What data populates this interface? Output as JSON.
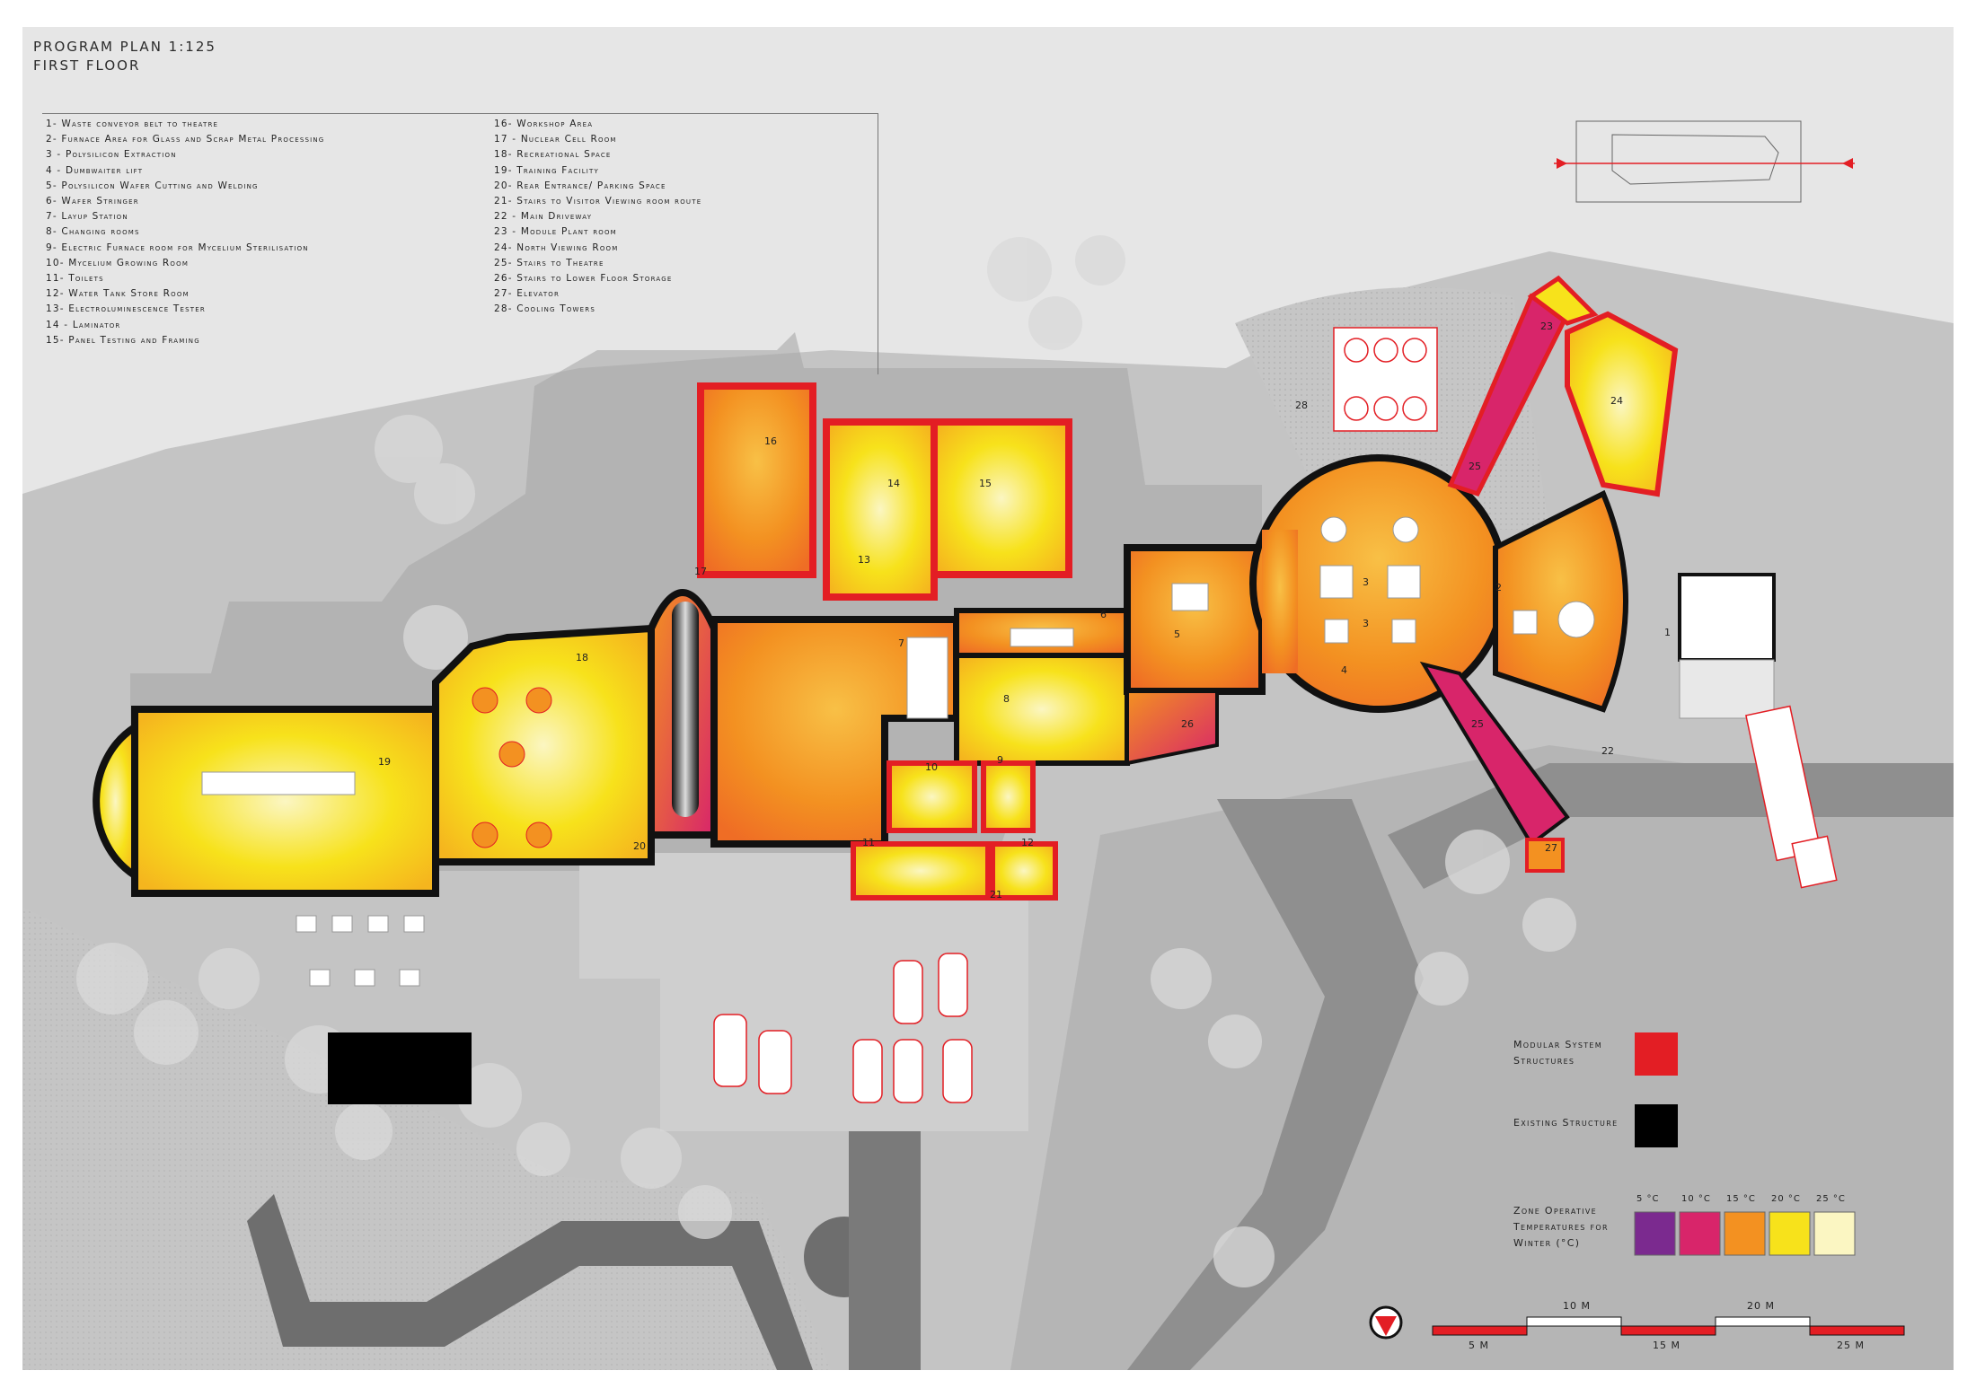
{
  "title": {
    "line1": "PROGRAM PLAN 1:125",
    "line2": "FIRST FLOOR"
  },
  "legend_left": [
    "1- Waste conveyor belt to theatre",
    "2- Furnace Area for Glass and Scrap Metal Processing",
    "3 - Polysilicon Extraction",
    "4 - Dumbwaiter lift",
    "5- Polysilicon Wafer Cutting and Welding",
    "6- Wafer Stringer",
    "7- Layup Station",
    "8- Changing rooms",
    "9- Electric Furnace room for Mycelium Sterilisation",
    "10- Mycelium Growing Room",
    "11- Toilets",
    "12- Water Tank Store Room",
    "13- Electroluminescence Tester",
    "14 - Laminator",
    "15- Panel Testing and Framing"
  ],
  "legend_right": [
    "16- Workshop Area",
    "17 - Nuclear Cell Room",
    "18- Recreational Space",
    "19- Training Facility",
    "20- Rear Entrance/ Parking Space",
    "21- Stairs to Visitor Viewing room route",
    "22 -  Main Driveway",
    "23 - Module Plant room",
    "24- North Viewing Room",
    "25- Stairs to Theatre",
    "26- Stairs to Lower Floor Storage",
    "27- Elevator",
    "28- Cooling Towers"
  ],
  "room_numbers": [
    "1",
    "2",
    "3",
    "3",
    "4",
    "5",
    "6",
    "7",
    "8",
    "9",
    "10",
    "11",
    "12",
    "13",
    "14",
    "15",
    "16",
    "17",
    "18",
    "19",
    "20",
    "21",
    "22",
    "23",
    "24",
    "25",
    "25",
    "26",
    "27",
    "28"
  ],
  "key": {
    "modular_line1": "Modular System",
    "modular_line2": "Structures",
    "existing": "Existing Structure",
    "zone_line1": "Zone Operative",
    "zone_line2": "Temperatures for",
    "zone_line3": "Winter (°C)",
    "modular_color": "#e31e24",
    "existing_color": "#000000"
  },
  "temperature_scale": [
    {
      "label": "5 °C",
      "color": "#7b2a8f"
    },
    {
      "label": "10 °C",
      "color": "#d8256a"
    },
    {
      "label": "15 °C",
      "color": "#f39121"
    },
    {
      "label": "20 °C",
      "color": "#f7e21b"
    },
    {
      "label": "25 °C",
      "color": "#fbf6c2"
    }
  ],
  "scale_bar": {
    "top_labels": [
      "10 M",
      "20 M"
    ],
    "bottom_labels": [
      "5 M",
      "15 M",
      "25 M"
    ]
  },
  "colors": {
    "background": "#e6e6e6",
    "ground": "#bdbdbd",
    "paving": "#d4d4d4",
    "road": "#9a9a9a",
    "wall": "#111111",
    "modular": "#e31e24"
  }
}
